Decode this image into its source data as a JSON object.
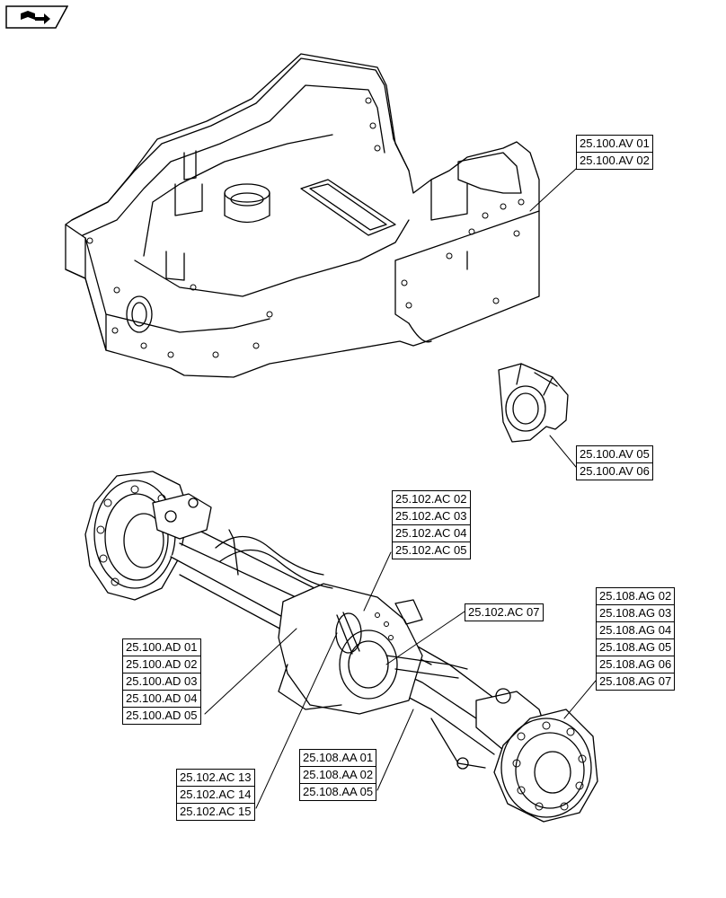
{
  "icon": "book-arrow-icon",
  "colors": {
    "line": "#000000",
    "background": "#ffffff",
    "fill_light": "#f4f4f4"
  },
  "callouts": {
    "frame_group": [
      "25.100.AV 01",
      "25.100.AV 02"
    ],
    "bracket_group": [
      "25.100.AV 05",
      "25.100.AV 06"
    ],
    "axle_top_group": [
      "25.102.AC 02",
      "25.102.AC 03",
      "25.102.AC 04",
      "25.102.AC 05"
    ],
    "axle_ring_group": [
      "25.102.AC 07"
    ],
    "hub_group": [
      "25.108.AG 02",
      "25.108.AG 03",
      "25.108.AG 04",
      "25.108.AG 05",
      "25.108.AG 06",
      "25.108.AG 07"
    ],
    "housing_group": [
      "25.100.AD 01",
      "25.100.AD 02",
      "25.100.AD 03",
      "25.100.AD 04",
      "25.100.AD 05"
    ],
    "diff_group": [
      "25.102.AC 13",
      "25.102.AC 14",
      "25.102.AC 15"
    ],
    "shaft_group": [
      "25.108.AA 01",
      "25.108.AA 02",
      "25.108.AA 05"
    ]
  }
}
